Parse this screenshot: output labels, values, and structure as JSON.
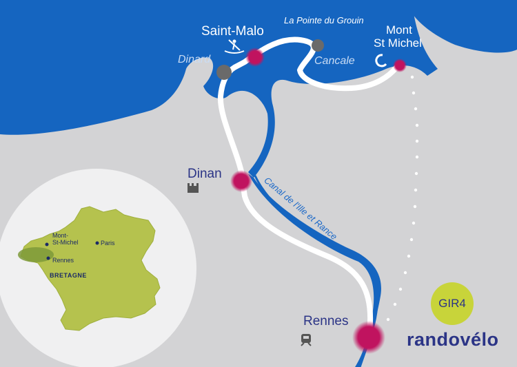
{
  "map": {
    "cities": {
      "saint_malo": "Saint-Malo",
      "dinard": "Dinard",
      "cancale": "Cancale",
      "pointe_du_grouin": "La Pointe du Grouin",
      "mont_st_michel": [
        "Mont",
        "St Michel"
      ],
      "dinan": "Dinan",
      "rennes": "Rennes"
    },
    "canal_label": "Canal de l'Ille et Rance",
    "icons": [
      "kayak-icon",
      "castle-icon",
      "train-icon"
    ]
  },
  "inset": {
    "labels": {
      "mont_st_michel": [
        "Mont-",
        "St-Michel"
      ],
      "paris": "Paris",
      "rennes": "Rennes",
      "region": "BRETAGNE"
    }
  },
  "branding": {
    "badge": "GIR4",
    "logo": "randovélo"
  },
  "colors": {
    "sea": "#1565c0",
    "land": "#d3d3d5",
    "route": "#ffffff",
    "waypoint": "#c0135f",
    "france": "#b5c24e",
    "badge": "#c8d43a",
    "text": "#2b3486"
  }
}
